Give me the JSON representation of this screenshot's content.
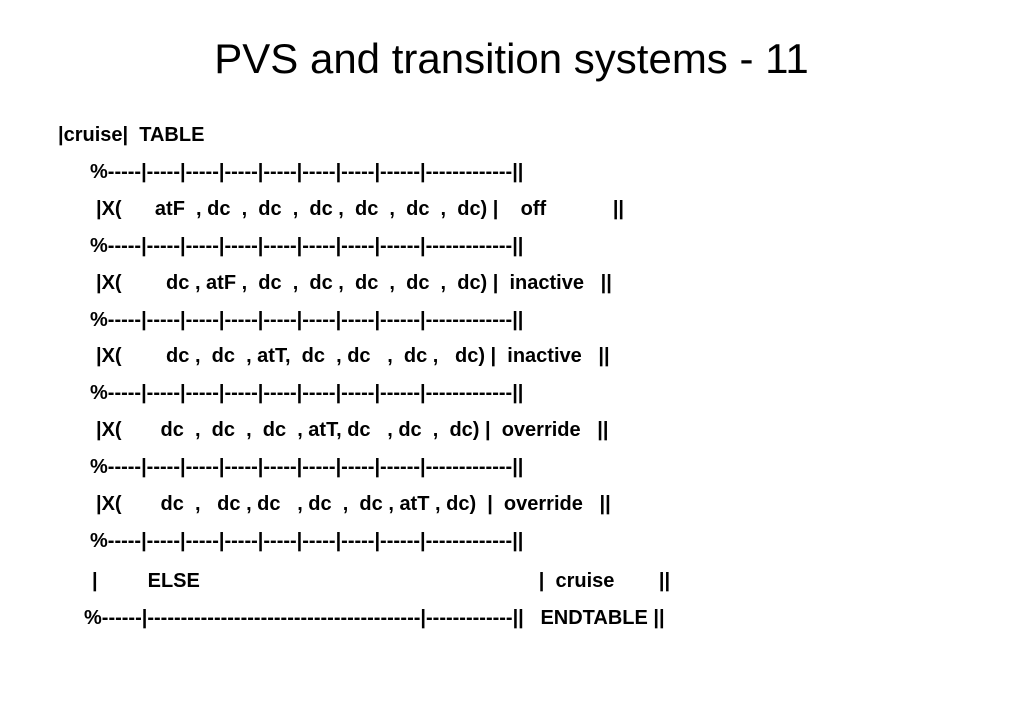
{
  "slide": {
    "title": "PVS and transition systems - 11",
    "lines": [
      "|cruise|  TABLE",
      "%-----|-----|-----|-----|-----|-----|-----|------|-------------||",
      "|X(      atF  , dc  ,  dc  ,  dc ,  dc  ,  dc  ,  dc) |    off            ||",
      "%-----|-----|-----|-----|-----|-----|-----|------|-------------||",
      "|X(        dc , atF ,  dc  ,  dc ,  dc  ,  dc  ,  dc) |  inactive   ||",
      "%-----|-----|-----|-----|-----|-----|-----|------|-------------||",
      "|X(        dc ,  dc  , atT,  dc  , dc   ,  dc ,   dc) |  inactive   ||",
      "%-----|-----|-----|-----|-----|-----|-----|------|-------------||",
      "|X(       dc  ,  dc  ,  dc  , atT, dc   , dc  ,  dc) |  override   ||",
      "%-----|-----|-----|-----|-----|-----|-----|------|-------------||",
      "|X(       dc  ,   dc , dc   , dc  ,  dc , atT , dc)  |  override   ||",
      "%-----|-----|-----|-----|-----|-----|-----|------|-------------||",
      "|         ELSE                                                             |  cruise        ||",
      "%------|-----------------------------------------|-------------||   ENDTABLE ||"
    ]
  }
}
